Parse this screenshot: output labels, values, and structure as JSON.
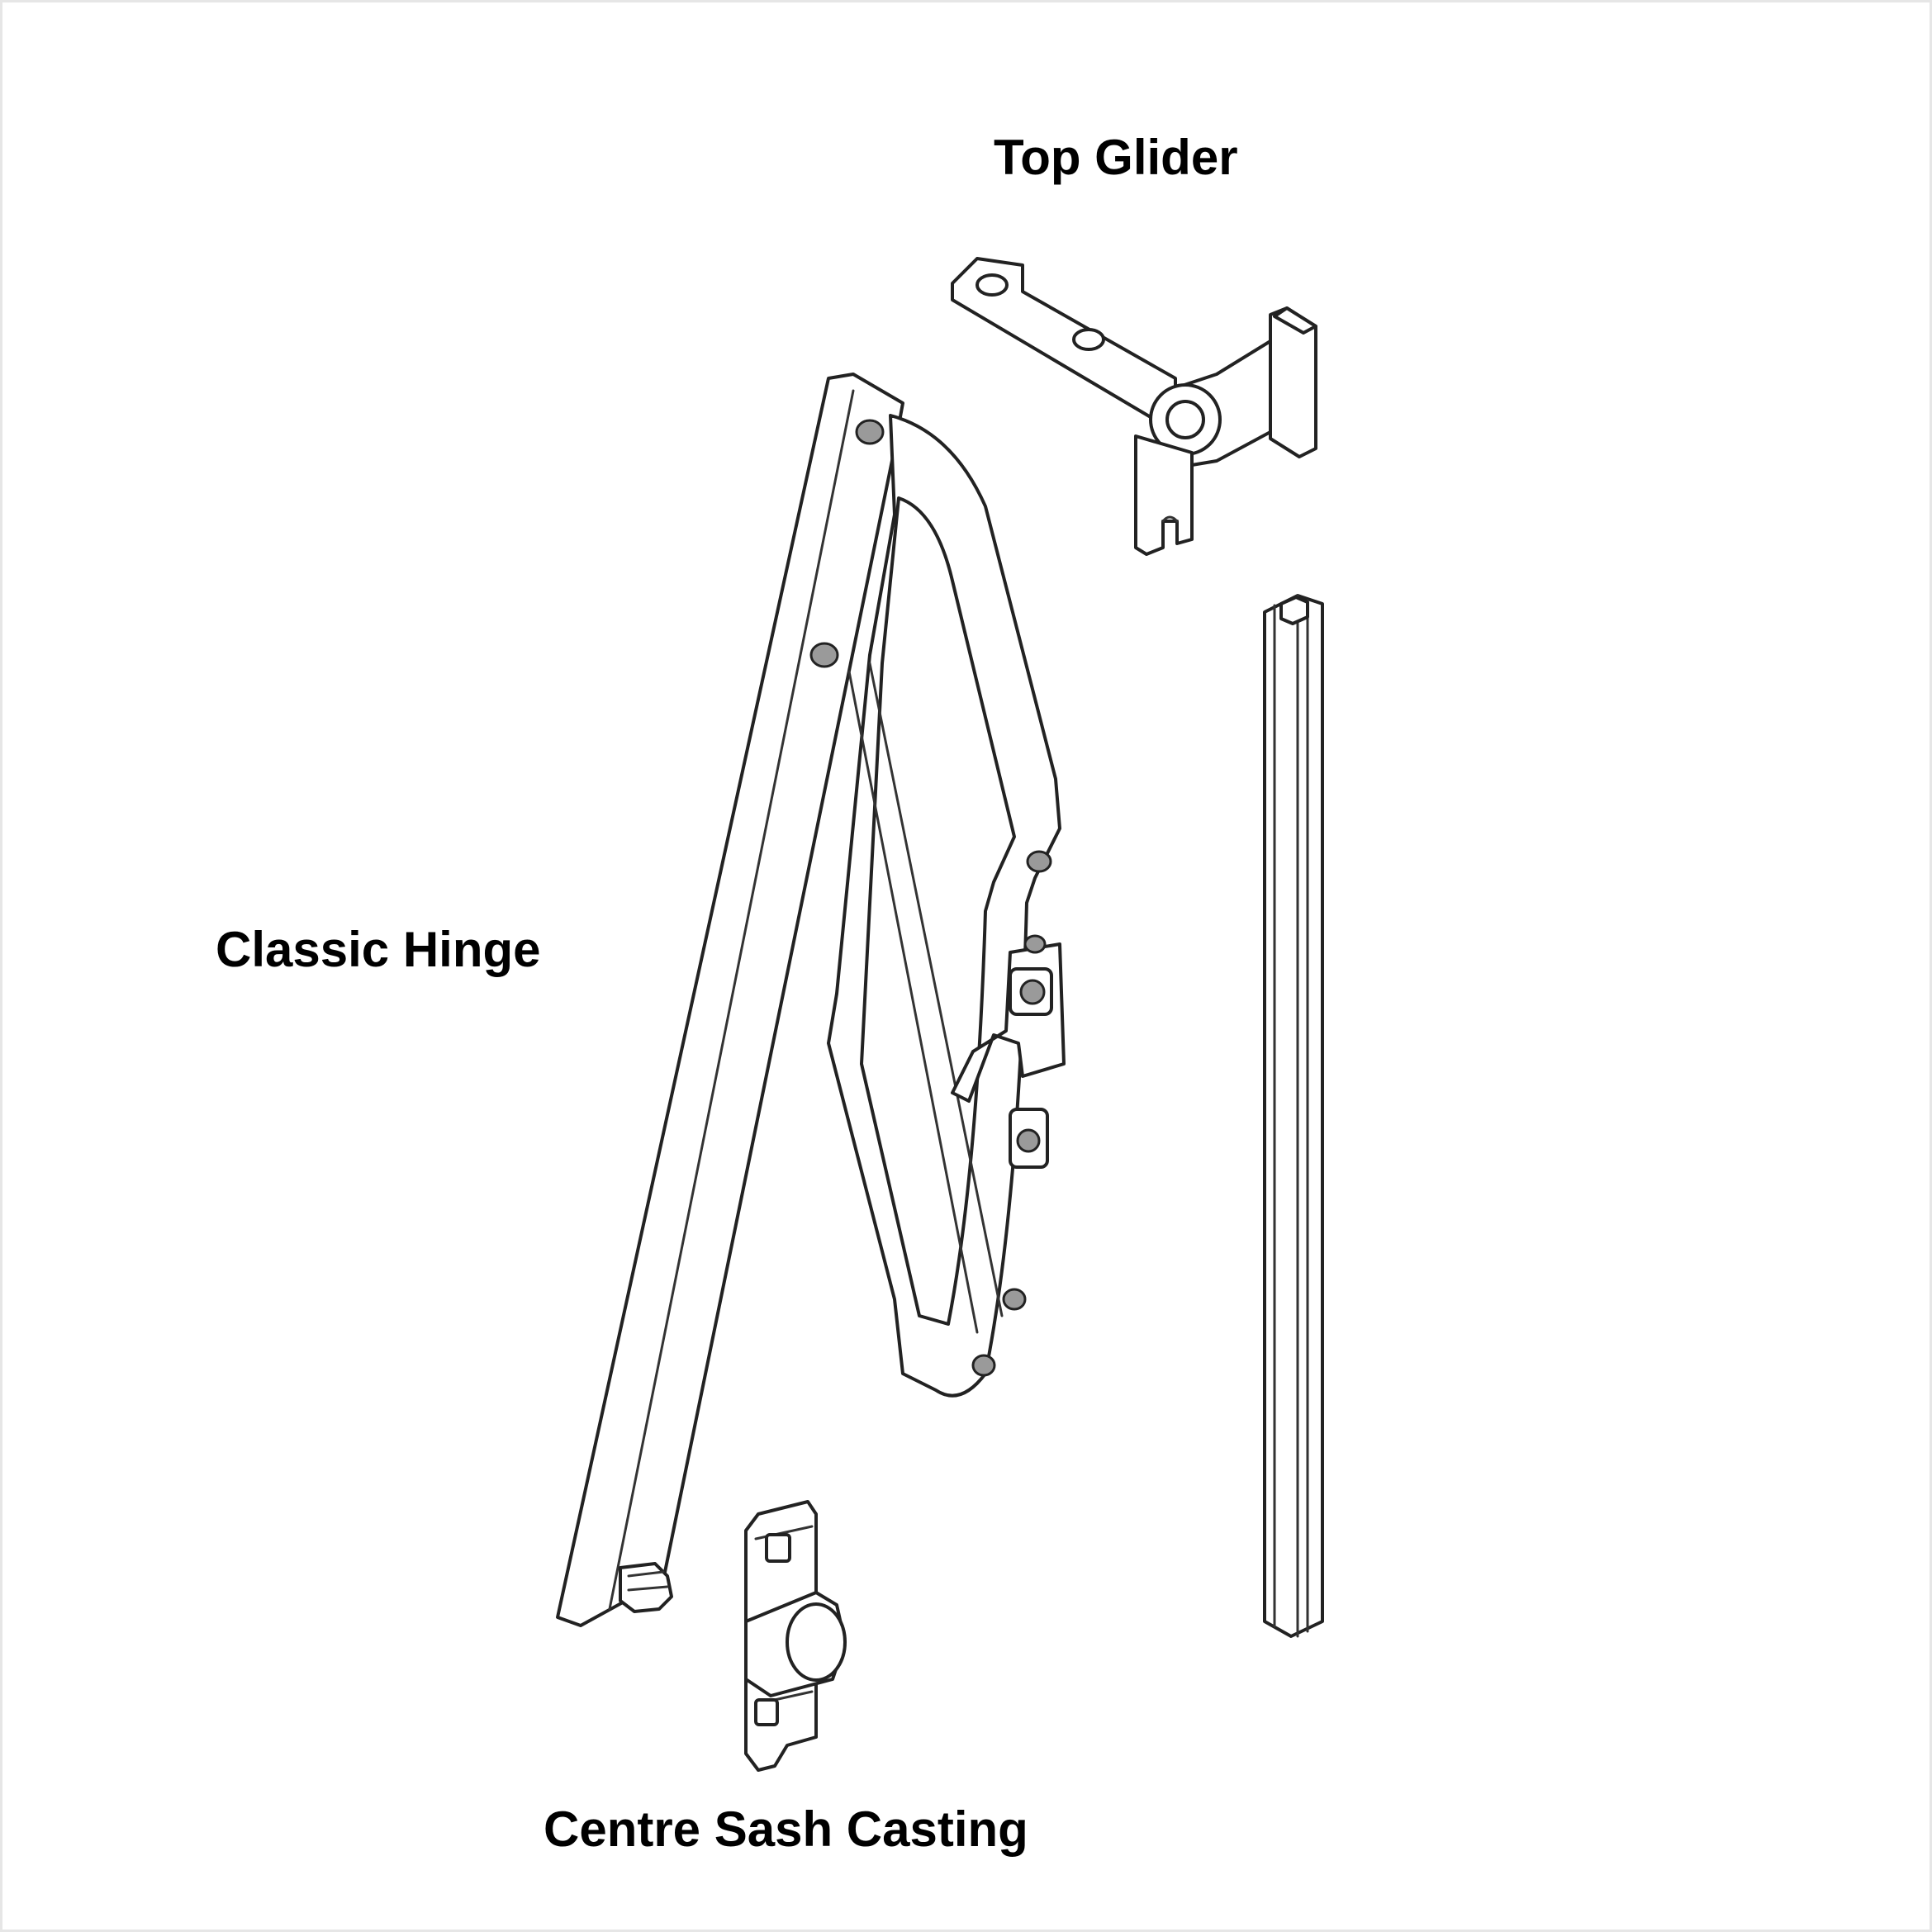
{
  "labels": {
    "top_glider": "Top Glider",
    "classic_hinge": "Classic Hinge",
    "centre_sash_casting": "Centre Sash Casting"
  },
  "colors": {
    "background": "#ffffff",
    "line": "#222222",
    "text": "#000000"
  }
}
